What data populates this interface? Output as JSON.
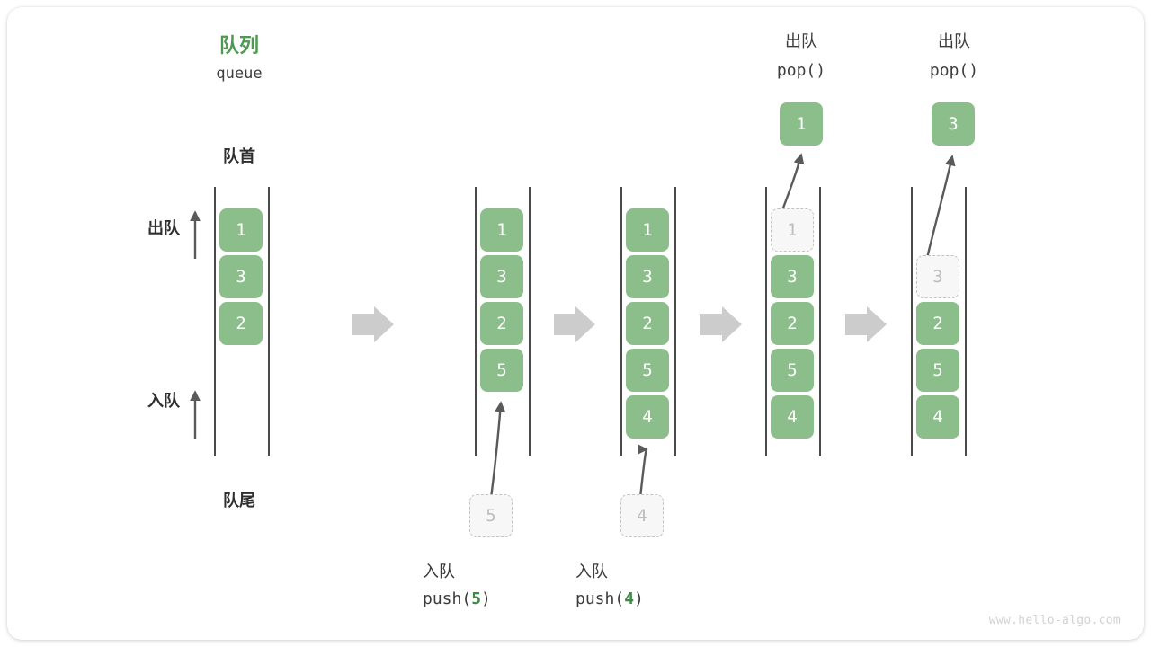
{
  "diagram": {
    "title_cn": "队列",
    "title_en": "queue",
    "front_label": "队首",
    "rear_label": "队尾",
    "dequeue_side_label": "出队",
    "enqueue_side_label": "入队",
    "watermark": "www.hello-algo.com",
    "colors": {
      "green_fill": "#8cbe8c",
      "green_title": "#4e9a51",
      "green_code_num": "#3c8a43",
      "ghost_fill": "#f7f7f7",
      "ghost_border": "#c4c4c4",
      "ghost_text": "#bdbdbd",
      "rail": "#4a4a4a",
      "arrow_gray": "#cccccc",
      "text_dark": "#3c3c3c",
      "watermark": "#d2d2d2"
    }
  },
  "steps": [
    {
      "id": "step-initial",
      "header_cn": "",
      "header_code": "",
      "header_code_num": "",
      "items": [
        {
          "value": "1",
          "state": "filled"
        },
        {
          "value": "3",
          "state": "filled"
        },
        {
          "value": "2",
          "state": "filled"
        }
      ],
      "external_box": null,
      "caption_cn": "",
      "caption_code_pre": "",
      "caption_code_num": "",
      "caption_code_post": ""
    },
    {
      "id": "step-push-5",
      "header_cn": "",
      "header_code": "",
      "header_code_num": "",
      "items": [
        {
          "value": "1",
          "state": "filled"
        },
        {
          "value": "3",
          "state": "filled"
        },
        {
          "value": "2",
          "state": "filled"
        },
        {
          "value": "5",
          "state": "filled"
        }
      ],
      "external_box": {
        "value": "5",
        "state": "ghost",
        "position": "below"
      },
      "caption_cn": "入队",
      "caption_code_pre": "push(",
      "caption_code_num": "5",
      "caption_code_post": ")"
    },
    {
      "id": "step-push-4",
      "header_cn": "",
      "header_code": "",
      "header_code_num": "",
      "items": [
        {
          "value": "1",
          "state": "filled"
        },
        {
          "value": "3",
          "state": "filled"
        },
        {
          "value": "2",
          "state": "filled"
        },
        {
          "value": "5",
          "state": "filled"
        },
        {
          "value": "4",
          "state": "filled"
        }
      ],
      "external_box": {
        "value": "4",
        "state": "ghost",
        "position": "below"
      },
      "caption_cn": "入队",
      "caption_code_pre": "push(",
      "caption_code_num": "4",
      "caption_code_post": ")"
    },
    {
      "id": "step-pop-1",
      "header_cn": "出队",
      "header_code": "pop()",
      "items": [
        {
          "value": "1",
          "state": "ghost"
        },
        {
          "value": "3",
          "state": "filled"
        },
        {
          "value": "2",
          "state": "filled"
        },
        {
          "value": "5",
          "state": "filled"
        },
        {
          "value": "4",
          "state": "filled"
        }
      ],
      "external_box": {
        "value": "1",
        "state": "filled",
        "position": "above"
      },
      "caption_cn": "",
      "caption_code_pre": "",
      "caption_code_num": "",
      "caption_code_post": ""
    },
    {
      "id": "step-pop-3",
      "header_cn": "出队",
      "header_code": "pop()",
      "items": [
        {
          "value": "",
          "state": "empty"
        },
        {
          "value": "3",
          "state": "ghost"
        },
        {
          "value": "2",
          "state": "filled"
        },
        {
          "value": "5",
          "state": "filled"
        },
        {
          "value": "4",
          "state": "filled"
        }
      ],
      "external_box": {
        "value": "3",
        "state": "filled",
        "position": "above"
      },
      "caption_cn": "",
      "caption_code_pre": "",
      "caption_code_num": "",
      "caption_code_post": ""
    }
  ],
  "flow_arrows": [
    "arrow-1",
    "arrow-2",
    "arrow-3",
    "arrow-4"
  ]
}
